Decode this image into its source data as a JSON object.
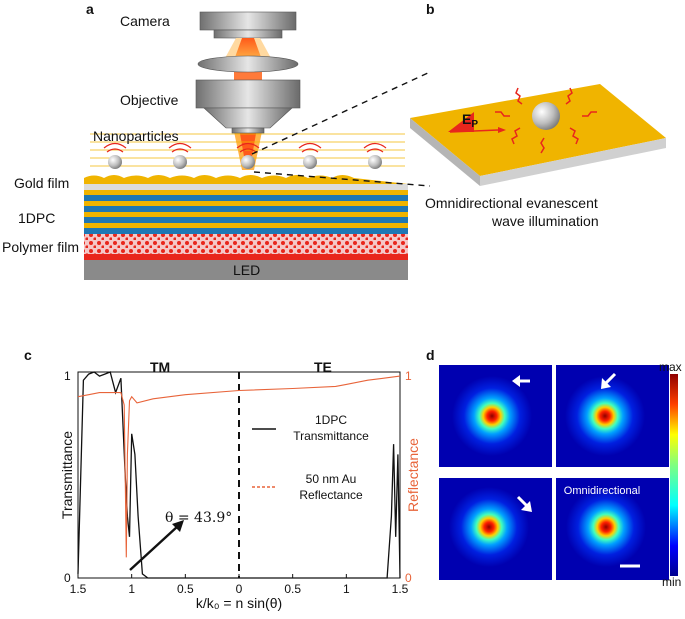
{
  "panel_a": {
    "label": "a",
    "camera": "Camera",
    "objective": "Objective",
    "nanoparticles": "Nanoparticles",
    "gold_film": "Gold film",
    "dpc": "1DPC",
    "polymer_film": "Polymer film",
    "led": "LED"
  },
  "panel_b": {
    "label": "b",
    "ep_main": "E",
    "ep_sub": "P",
    "caption_line1": "Omnidirectional  evanescent",
    "caption_line2": "wave  illumination"
  },
  "panel_c": {
    "label": "c",
    "tm": "TM",
    "te": "TE",
    "ylabel_left": "Transmittance",
    "ylabel_right": "Reflectance",
    "xlabel": "k/k₀ = n sin(θ)",
    "legend": {
      "t_line1": "1DPC",
      "t_line2": "Transmittance",
      "r_line1": "50 nm Au",
      "r_line2": "Reflectance"
    },
    "annotation": "θ = 43.9°",
    "xticks": [
      "1.5",
      "1",
      "0.5",
      "0",
      "0.5",
      "1",
      "1.5"
    ],
    "yticks_left": [
      "1",
      "0"
    ],
    "yticks_right": [
      "1",
      "0"
    ]
  },
  "panel_d": {
    "label": "d",
    "colorbar_max": "max",
    "colorbar_min": "min",
    "omni_label": "Omnidirectional"
  },
  "colors": {
    "gold": "#f0b400",
    "blue_layer": "#1f77b4",
    "red_layer": "#e8261c",
    "reflectance": "#e8643a",
    "led": "#8a8a8a"
  },
  "chart_data": {
    "type": "line",
    "x_axis": "k/k0 = n sin(theta), TM on left (decreasing from 1.5 to 0), TE on right (0 to 1.5)",
    "xlim_tm": [
      1.5,
      0
    ],
    "xlim_te": [
      0,
      1.5
    ],
    "ylim_left": [
      0,
      1
    ],
    "ylim_right": [
      0,
      1
    ],
    "series": [
      {
        "name": "1DPC Transmittance",
        "tm": {
          "x": [
            1.5,
            1.45,
            1.4,
            1.35,
            1.3,
            1.25,
            1.2,
            1.15,
            1.1,
            1.06,
            1.04,
            1.02,
            1.0,
            0.97,
            0.94,
            0.9,
            0.85,
            0.5,
            0.0
          ],
          "y": [
            0.02,
            0.96,
            0.99,
            1.0,
            0.98,
            0.99,
            1.0,
            0.9,
            0.97,
            0.5,
            0.3,
            0.2,
            0.7,
            0.6,
            0.3,
            0.02,
            0.0,
            0.0,
            0.0
          ]
        },
        "te": {
          "x": [
            0.0,
            0.5,
            1.0,
            1.38,
            1.42,
            1.44,
            1.46,
            1.48,
            1.5
          ],
          "y": [
            0.0,
            0.0,
            0.0,
            0.0,
            0.3,
            0.65,
            0.2,
            0.6,
            0.0
          ]
        }
      },
      {
        "name": "50 nm Au Reflectance",
        "tm": {
          "x": [
            1.5,
            1.4,
            1.3,
            1.2,
            1.1,
            1.07,
            1.06,
            1.05,
            1.04,
            1.02,
            1.0,
            0.95,
            0.8,
            0.5,
            0.0
          ],
          "y": [
            0.88,
            0.89,
            0.9,
            0.9,
            0.9,
            0.84,
            0.5,
            0.1,
            0.6,
            0.86,
            0.88,
            0.85,
            0.87,
            0.89,
            0.91
          ]
        },
        "te": {
          "x": [
            0.0,
            0.5,
            0.9,
            1.0,
            1.2,
            1.5
          ],
          "y": [
            0.91,
            0.92,
            0.93,
            0.94,
            0.96,
            0.98
          ]
        }
      }
    ],
    "annotation": {
      "text": "θ = 43.9°",
      "x": 1.05,
      "y": 0.05
    }
  }
}
